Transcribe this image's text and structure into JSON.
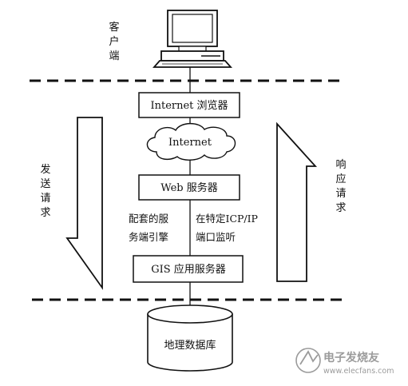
{
  "client_label_chars": [
    "客",
    "户",
    "端"
  ],
  "browser_box": "Internet 浏览器",
  "cloud_label": "Internet",
  "web_server_box": "Web 服务器",
  "left_side_chars": [
    "发",
    "送",
    "请",
    "求"
  ],
  "right_side_chars": [
    "响",
    "应",
    "请",
    "求"
  ],
  "engine_lines": [
    "配套的服",
    "务端引擎"
  ],
  "listen_lines": [
    "在特定ICP/IP",
    "端口监听"
  ],
  "gis_box": "GIS 应用服务器",
  "database_label": "地理数据库",
  "watermark": {
    "cn": "电子发烧友",
    "url": "www.elecfans.com"
  }
}
